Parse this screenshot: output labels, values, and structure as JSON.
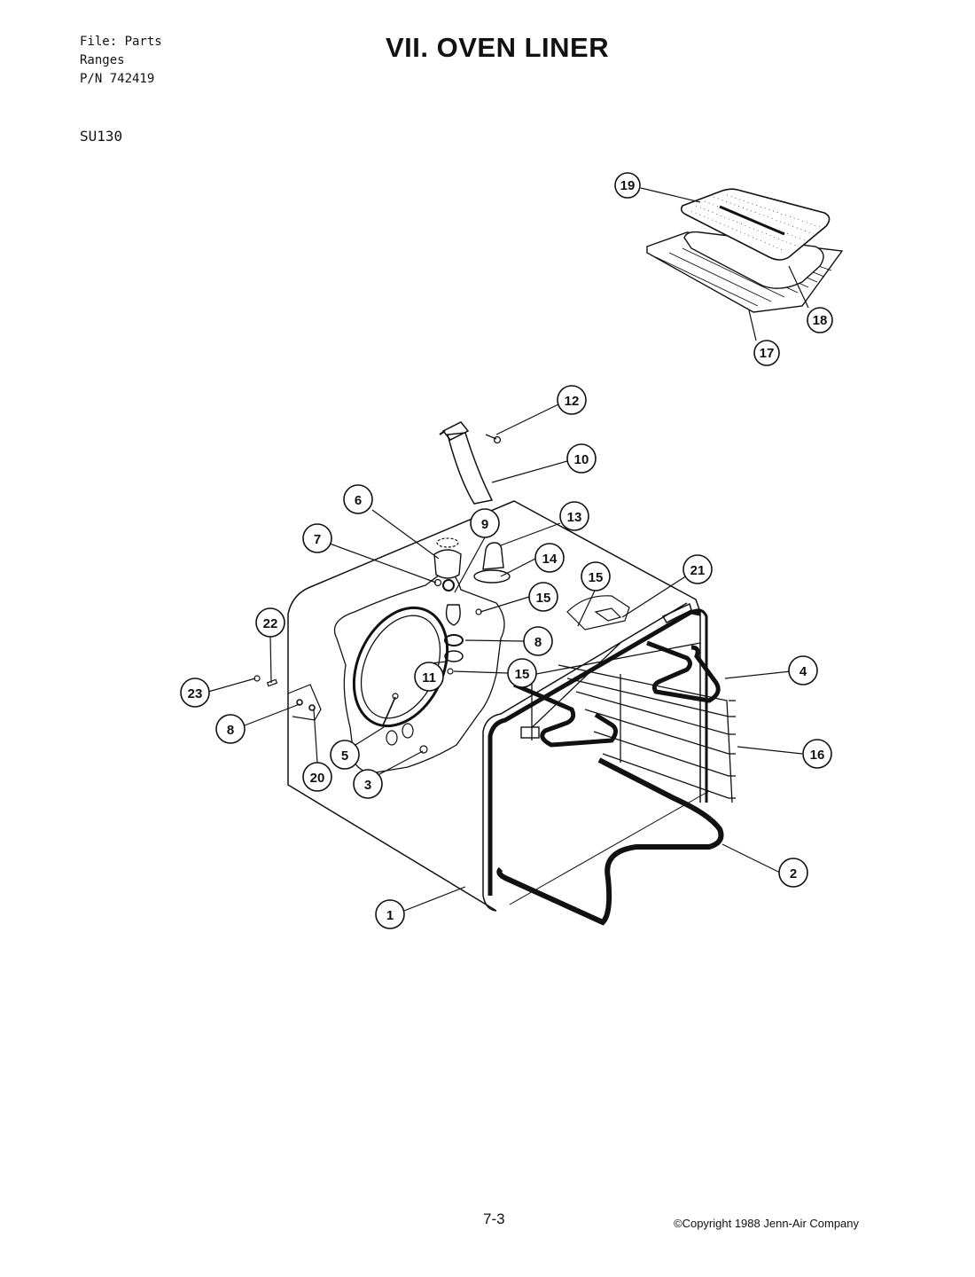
{
  "header": {
    "file_line": "File: Parts",
    "category_line": "Ranges",
    "part_number_line": "P/N 742419",
    "model": "SU130"
  },
  "title": "VII. OVEN LINER",
  "footer": {
    "page": "7-3",
    "copyright": "©Copyright 1988 Jenn-Air Company"
  },
  "callouts": [
    "1",
    "2",
    "3",
    "4",
    "5",
    "6",
    "7",
    "8",
    "8",
    "9",
    "10",
    "11",
    "12",
    "13",
    "14",
    "15",
    "15",
    "15",
    "16",
    "17",
    "18",
    "19",
    "20",
    "21",
    "22",
    "23"
  ]
}
